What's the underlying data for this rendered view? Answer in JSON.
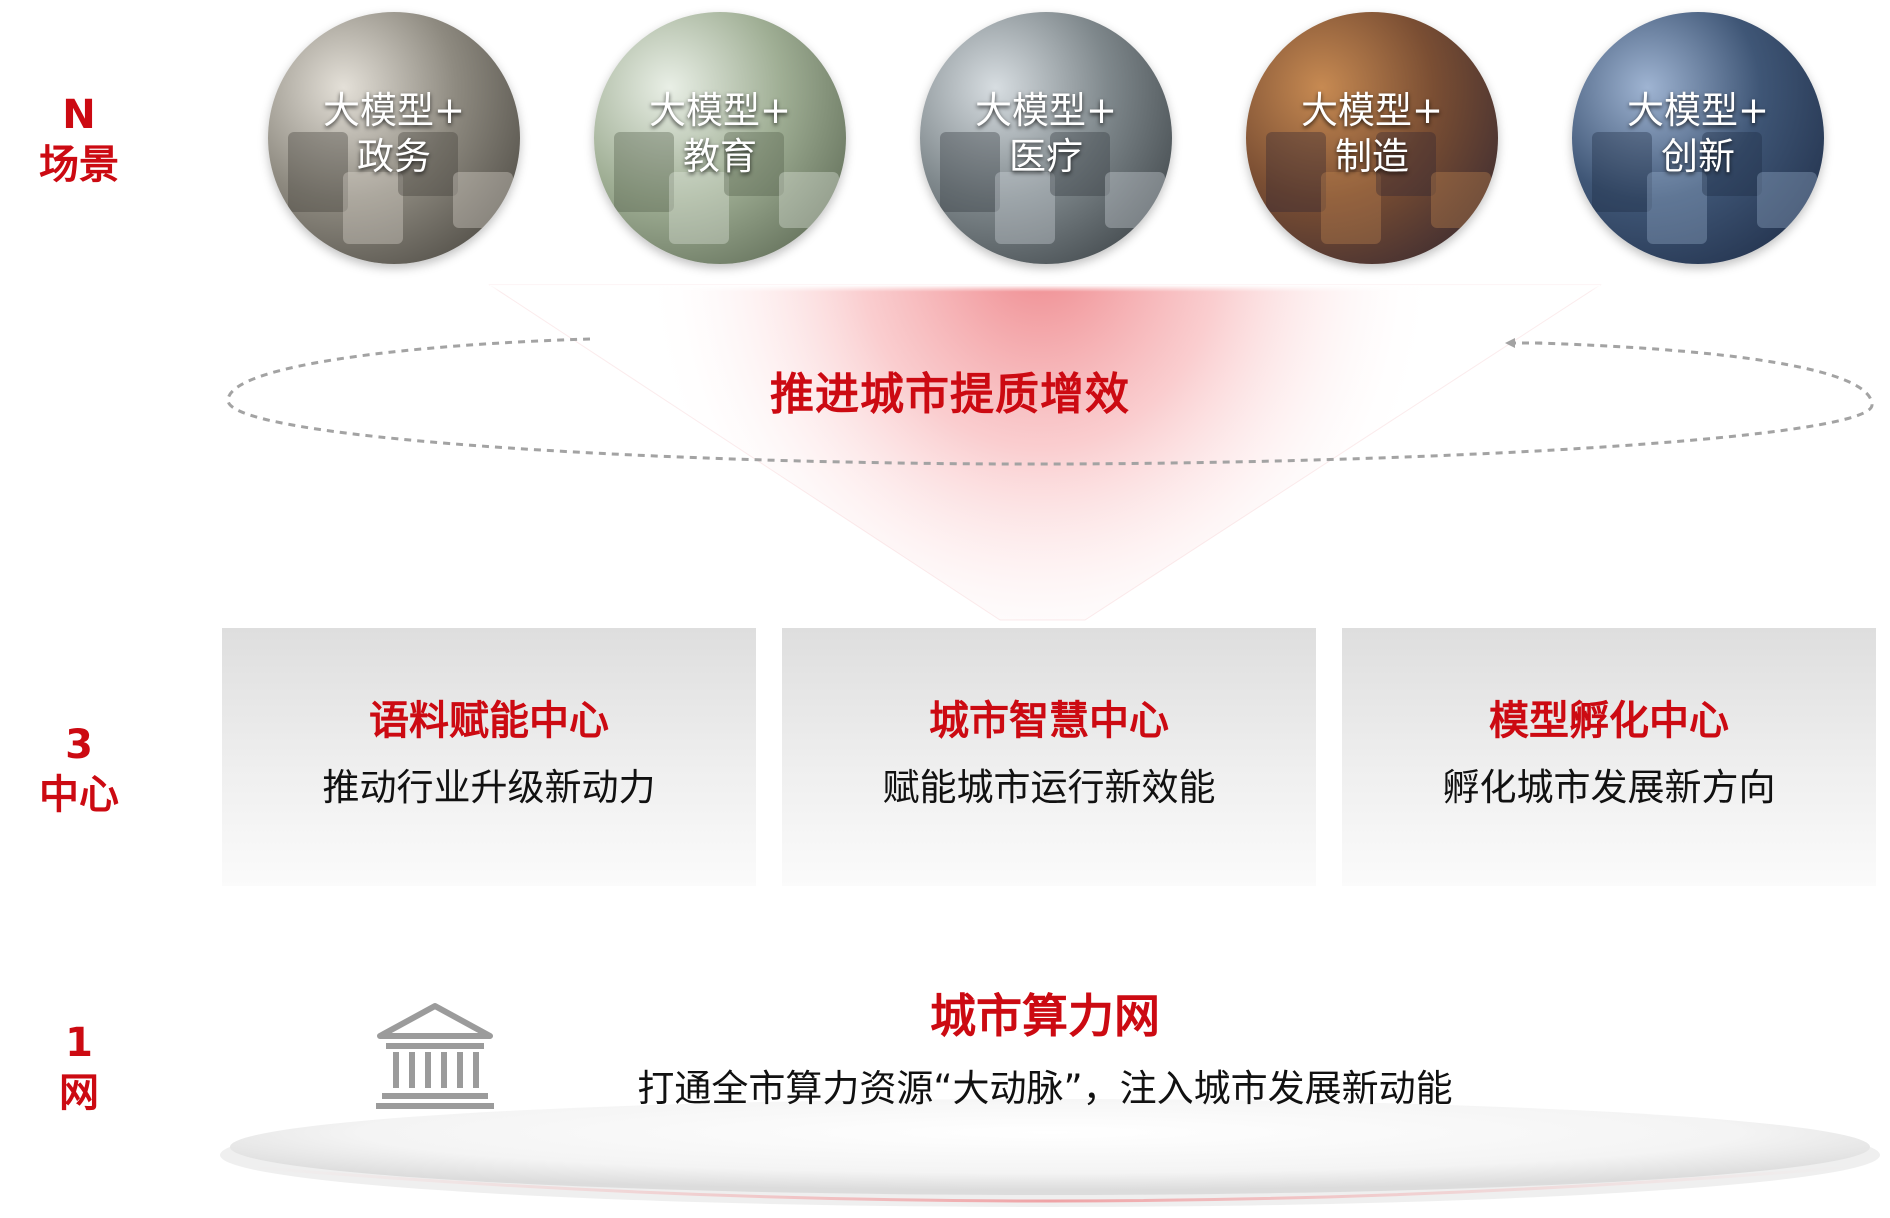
{
  "tiers": [
    {
      "number": "N",
      "label": "场景"
    },
    {
      "number": "3",
      "label": "中心"
    },
    {
      "number": "1",
      "label": "网"
    }
  ],
  "scenarios": [
    {
      "line1": "大模型+",
      "line2": "政务",
      "colors": [
        "#e4e0d8",
        "#8e8a80",
        "#3d3a34"
      ]
    },
    {
      "line1": "大模型+",
      "line2": "教育",
      "colors": [
        "#e9efe6",
        "#9fae94",
        "#4e5a46"
      ]
    },
    {
      "line1": "大模型+",
      "line2": "医疗",
      "colors": [
        "#d7dde1",
        "#7f888c",
        "#2e3438"
      ]
    },
    {
      "line1": "大模型+",
      "line2": "制造",
      "colors": [
        "#c78a52",
        "#7a4e33",
        "#2b2230"
      ]
    },
    {
      "line1": "大模型+",
      "line2": "创新",
      "colors": [
        "#9fb4d2",
        "#3f5676",
        "#1a2740"
      ]
    }
  ],
  "goal": "推进城市提质增效",
  "centers": [
    {
      "title": "语料赋能中心",
      "desc": "推动行业升级新动力"
    },
    {
      "title": "城市智慧中心",
      "desc": "赋能城市运行新效能"
    },
    {
      "title": "模型孵化中心",
      "desc": "孵化城市发展新方向"
    }
  ],
  "network": {
    "title": "城市算力网",
    "desc": "打通全市算力资源“大动脉”，注入城市发展新动能",
    "icon": "government-building-icon"
  },
  "colors": {
    "accent": "#cc0a12",
    "text": "#111111",
    "card": "#e6e6e6",
    "cycle_line": "#a3a3a3"
  }
}
